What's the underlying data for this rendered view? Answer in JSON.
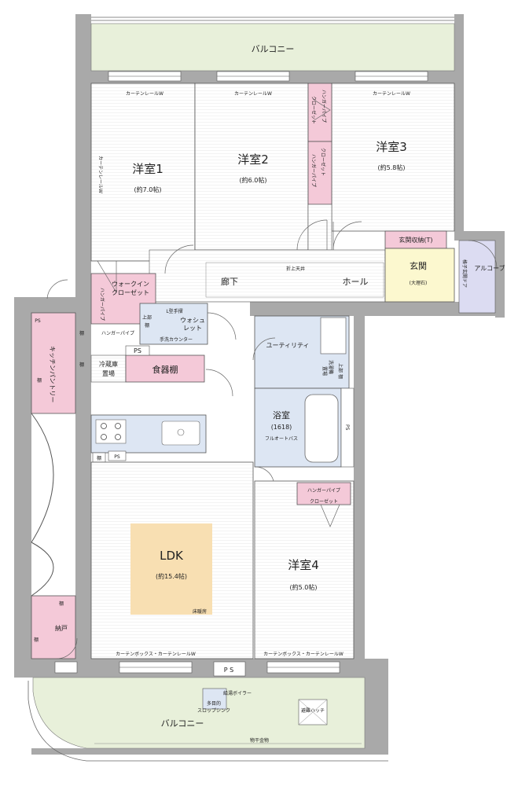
{
  "balcony_top": "バルコニー",
  "balcony_bottom": "バルコニー",
  "rooms": {
    "room1": {
      "name": "洋室1",
      "size": "(約7.0帖)"
    },
    "room2": {
      "name": "洋室2",
      "size": "(約6.0帖)"
    },
    "room3": {
      "name": "洋室3",
      "size": "(約5.8帖)"
    },
    "room4": {
      "name": "洋室4",
      "size": "(約5.0帖)"
    },
    "ldk": {
      "name": "LDK",
      "size": "(約15.4帖)",
      "floor_heating": "床暖房"
    },
    "bath": {
      "name": "浴室",
      "spec": "(1618)",
      "type": "フルオートバス"
    },
    "utility": "ユーティリティ",
    "corridor": "廊下",
    "hall": "ホール",
    "entrance": {
      "name": "玄関",
      "floor": "(大理石)"
    },
    "alcove": "アルコーブ",
    "storage": "納戸"
  },
  "labels": {
    "curtain_rail": "カーテンレールW",
    "closet": "クローゼット",
    "hanger_pipe": "ハンガーパイプ",
    "walk_in_closet_1": "ウォークイン",
    "walk_in_closet_2": "クローゼット",
    "entrance_storage": "玄関収納(T)",
    "fold_ceiling": "折上天井",
    "top_shelf_1": "上部",
    "top_shelf_2": "棚",
    "l_handrail": "L型手摺",
    "washlet_1": "ウォシュ",
    "washlet_2": "レット",
    "hand_wash": "手洗カウンター",
    "ps": "PS",
    "ps_spaced": "P S",
    "fridge_1": "冷蔵庫",
    "fridge_2": "置場",
    "dish_shelf": "食器棚",
    "kitchen_pantry": "キッチンパントリー",
    "shelf": "棚",
    "laundry_1": "洗濯機",
    "laundry_2": "置場",
    "curtain_box": "カーテンボックス・カーテンレールW",
    "multi_sink_1": "多目的",
    "multi_sink_2": "スロップシンク",
    "hot_water": "給湯ボイラー",
    "escape_hatch": "避難ハッチ",
    "drying_rod": "物干金物",
    "door_label": "格子玄関ドア"
  },
  "colors": {
    "wall": "#a9a9a9",
    "balcony": "#e8f0da",
    "closet": "#f4c9d8",
    "wet": "#dde6f3",
    "entrance": "#fcf8cf",
    "alcove": "#dcdcf2",
    "ldk_hl": "#f8dfb2",
    "floor": "#ffffff"
  }
}
